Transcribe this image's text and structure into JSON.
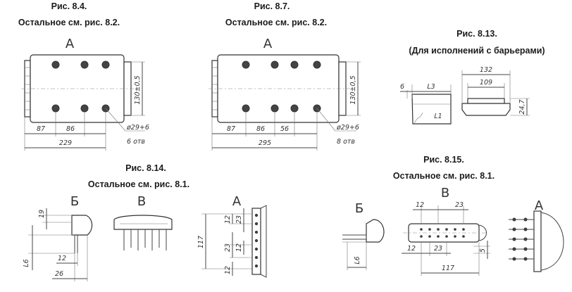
{
  "fig_8_4": {
    "title": "Рис. 8.4.",
    "subtitle": "Остальное см. рис. 8.2.",
    "view": "А",
    "dims": {
      "d1": "87",
      "d2": "86",
      "total": "229",
      "height": "130±0,5",
      "hole": "ø29+6",
      "holes_note": "6 отв"
    }
  },
  "fig_8_7": {
    "title": "Рис. 8.7.",
    "subtitle": "Остальное см. рис. 8.2.",
    "view": "А",
    "dims": {
      "d1": "87",
      "d2": "86",
      "d3": "56",
      "total": "295",
      "height": "130±0,5",
      "hole": "ø29+6",
      "holes_note": "8 отв"
    }
  },
  "fig_8_13": {
    "title": "Рис. 8.13.",
    "subtitle": "(Для исполнений с барьерами)",
    "dims": {
      "a": "6",
      "b": "L3",
      "c": "132",
      "d": "109",
      "e": "L1",
      "f": "24,7"
    }
  },
  "fig_8_14": {
    "title": "Рис. 8.14.",
    "subtitle": "Остальное см. рис. 8.1.",
    "views": {
      "b": "Б",
      "v": "В",
      "a": "А"
    },
    "dims": {
      "h19": "19",
      "l6": "L6",
      "w12": "12",
      "w26": "26",
      "v117": "117",
      "v12a": "12",
      "v23a": "23",
      "v23b": "23",
      "v12b": "12",
      "v12c": "12"
    }
  },
  "fig_8_15": {
    "title": "Рис. 8.15.",
    "subtitle": "Остальное см. рис. 8.1.",
    "views": {
      "b": "Б",
      "v": "В",
      "a": "А"
    },
    "dims": {
      "l6": "L6",
      "t12": "12",
      "t23": "23",
      "b12": "12",
      "b23": "23",
      "h5": "5",
      "w117": "117"
    }
  }
}
